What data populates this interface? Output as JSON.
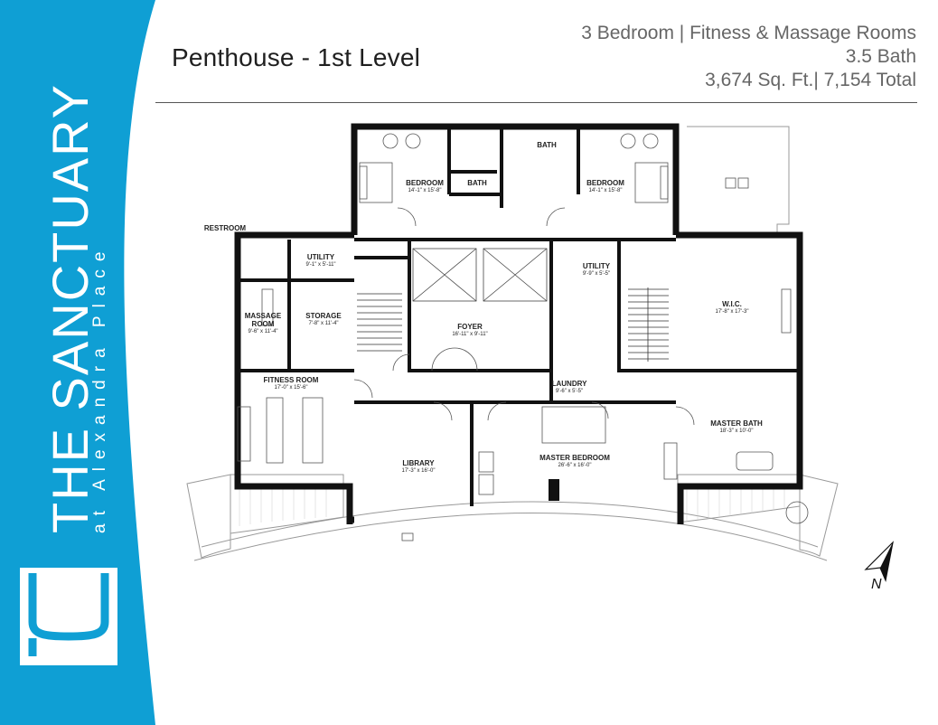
{
  "brand": {
    "name": "THE SANCTUARY",
    "subtitle": "at Alexandra Place",
    "color": "#0f9fd4"
  },
  "header": {
    "title": "Penthouse - 1st Level",
    "summary": [
      "3 Bedroom | Fitness & Massage Rooms",
      "3.5 Bath",
      "3,674 Sq. Ft.| 7,154 Total"
    ]
  },
  "rooms": [
    {
      "name": "BEDROOM",
      "dim": "14'-1\" x 15'-8\""
    },
    {
      "name": "BATH",
      "dim": ""
    },
    {
      "name": "BATH",
      "dim": ""
    },
    {
      "name": "BEDROOM",
      "dim": "14'-1\" x 15'-8\""
    },
    {
      "name": "RESTROOM",
      "dim": ""
    },
    {
      "name": "UTILITY",
      "dim": "9'-1\" x 5'-11\""
    },
    {
      "name": "MASSAGE ROOM",
      "dim": "9'-6\" x 11'-4\""
    },
    {
      "name": "STORAGE",
      "dim": "7'-8\" x 11'-4\""
    },
    {
      "name": "FOYER",
      "dim": "16'-11\" x 9'-11\""
    },
    {
      "name": "UTILITY",
      "dim": "9'-9\" x 5'-5\""
    },
    {
      "name": "W.I.C.",
      "dim": "17'-8\" x 17'-3\""
    },
    {
      "name": "FITNESS ROOM",
      "dim": "17'-0\" x 15'-6\""
    },
    {
      "name": "LAUNDRY",
      "dim": "9'-6\" x 5'-5\""
    },
    {
      "name": "MASTER BATH",
      "dim": "18'-3\" x 10'-0\""
    },
    {
      "name": "LIBRARY",
      "dim": "17'-3\" x 16'-0\""
    },
    {
      "name": "MASTER BEDROOM",
      "dim": "26'-6\" x 16'-0\""
    }
  ],
  "compass": {
    "label": "N",
    "icon": "north-arrow-icon"
  }
}
